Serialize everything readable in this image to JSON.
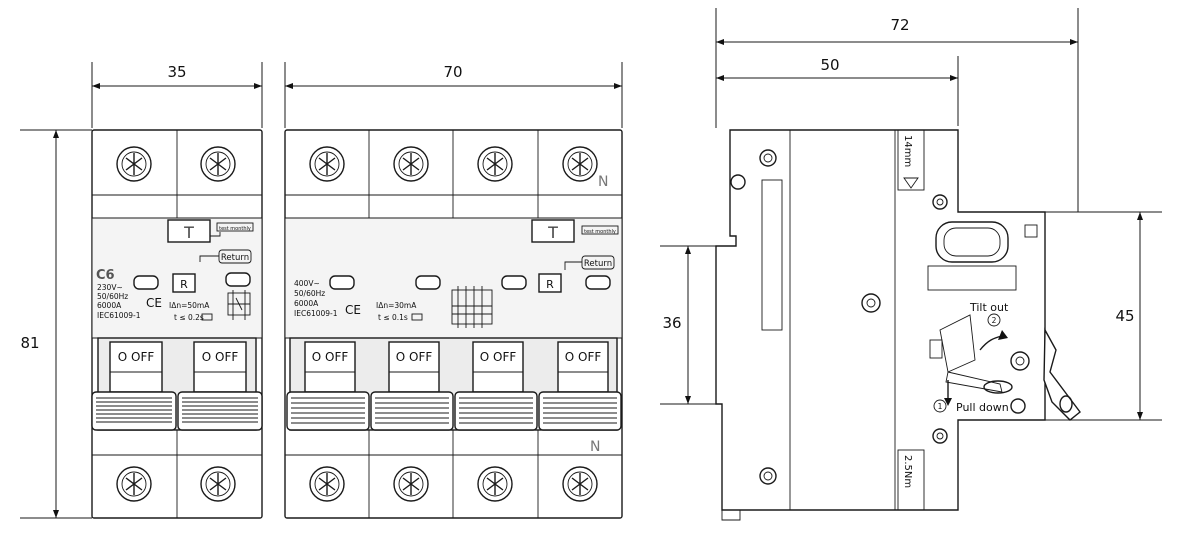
{
  "dimensions": {
    "two_pole_width": "35",
    "four_pole_width": "70",
    "side_depth_total": "72",
    "side_depth_front": "50",
    "height": "81",
    "rail_width": "36",
    "front_height": "45"
  },
  "two_pole": {
    "rating": "C6",
    "voltage": "230V~",
    "frequency": "50/60Hz",
    "breaking": "6000A",
    "standard": "IEC61009-1",
    "residual_current": "IΔn=50mA",
    "trip_time": "t ≤ 0.2s",
    "test_label": "T",
    "test_tag": "test monthly",
    "return_label": "Return",
    "reset_label": "R",
    "ce": "CE",
    "off_labels": [
      "O OFF",
      "O OFF"
    ]
  },
  "four_pole": {
    "voltage": "400V~",
    "frequency": "50/60Hz",
    "breaking": "6000A",
    "standard": "IEC61009-1",
    "residual_current": "IΔn=30mA",
    "trip_time": "t ≤ 0.1s",
    "test_label": "T",
    "test_tag": "test monthly",
    "return_label": "Return",
    "reset_label": "R",
    "ce": "CE",
    "neutral": "N",
    "off_labels": [
      "O OFF",
      "O OFF",
      "O OFF",
      "O OFF"
    ]
  },
  "side_view": {
    "wire_length": "14mm",
    "torque": "2.5Nm",
    "tilt_out": "Tilt  out",
    "pull_down": "Pull  down",
    "step1": "1",
    "step2": "2"
  }
}
